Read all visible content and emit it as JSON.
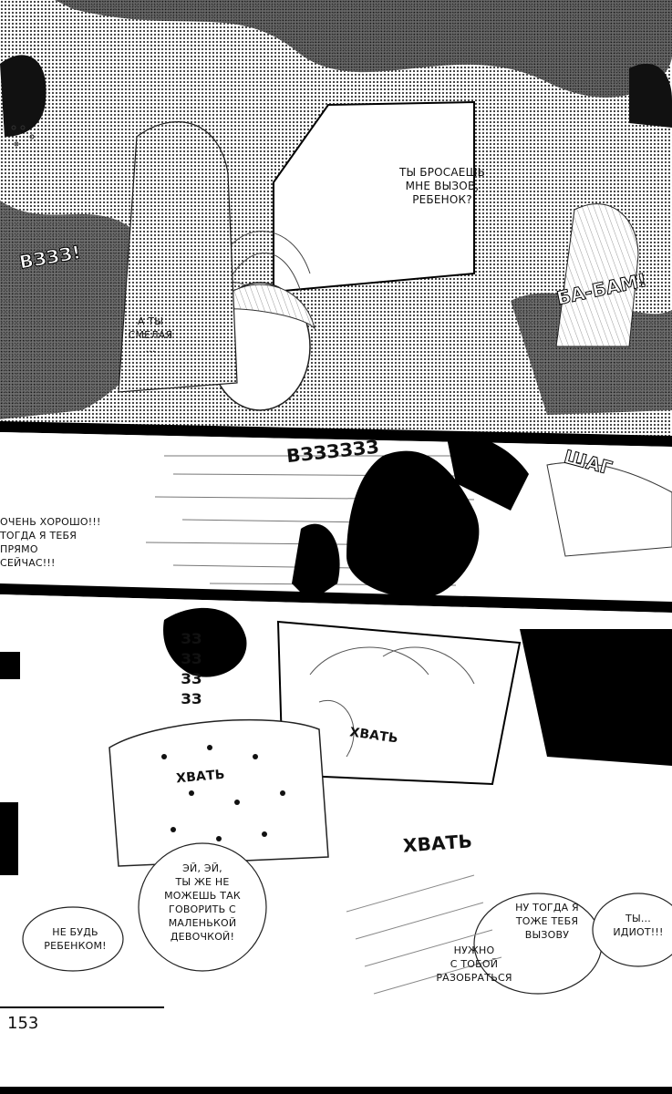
{
  "page": {
    "number": "153",
    "colors": {
      "ink": "#111111",
      "paper": "#ffffff",
      "screentone": "#2a2a2a"
    }
  },
  "panels": [
    {
      "id": "top",
      "speech": [
        {
          "id": "boyfriend-question",
          "text": "ТЫ БРОСАЕШЬ\nМНЕ ВЫЗОВ,\nРЕБЕНОК?"
        },
        {
          "id": "you-fool",
          "text": "А ТЫ\nСМЕЛАЯ\n..."
        }
      ],
      "sfx": [
        {
          "id": "sfx-left-vertical",
          "text": "ВЗЗЗ!"
        },
        {
          "id": "sfx-right-diagonal",
          "text": "БА-БАМ!"
        }
      ]
    },
    {
      "id": "middle",
      "speech": [
        {
          "id": "very-good",
          "text": "ОЧЕНЬ ХОРОШО!!!\nТОГДА Я ТЕБЯ\nПРЯМО\nСЕЙЧАС!!!"
        }
      ],
      "sfx": [
        {
          "id": "sfx-middle-long",
          "text": "ВЗЗЗЗЗЗ"
        },
        {
          "id": "sfx-middle-dark",
          "text": "ШАГ"
        }
      ]
    },
    {
      "id": "bottom",
      "speech": [
        {
          "id": "hey-hey",
          "text": "ЭЙ, ЭЙ,\nТЫ ЖЕ НЕ\nМОЖЕШЬ ТАК\nГОВОРИТЬ С\nМАЛЕНЬКОЙ\nДЕВОЧКОЙ!"
        },
        {
          "id": "dont-be-child",
          "text": "НЕ БУДЬ\nРЕБЕНКОМ!"
        },
        {
          "id": "me-too",
          "text": "НУ ТОГДА Я\nТОЖЕ ТЕБЯ\nВЫЗОВУ"
        },
        {
          "id": "you-fool-2",
          "text": "ТЫ...\nИДИОТ!!!"
        },
        {
          "id": "with-you",
          "text": "НУЖНО\nС ТОБОЙ\nРАЗОБРАТЬСЯ"
        }
      ],
      "sfx": [
        {
          "id": "sfx-grab-1",
          "text": "ХВАТЬ"
        },
        {
          "id": "sfx-grab-2",
          "text": "ХВАТЬ"
        },
        {
          "id": "sfx-grab-3",
          "text": "ХВАТЬ"
        },
        {
          "id": "sfx-vertical-col",
          "text": "ЗЗЗЗЗЗЗЗ"
        }
      ]
    }
  ]
}
